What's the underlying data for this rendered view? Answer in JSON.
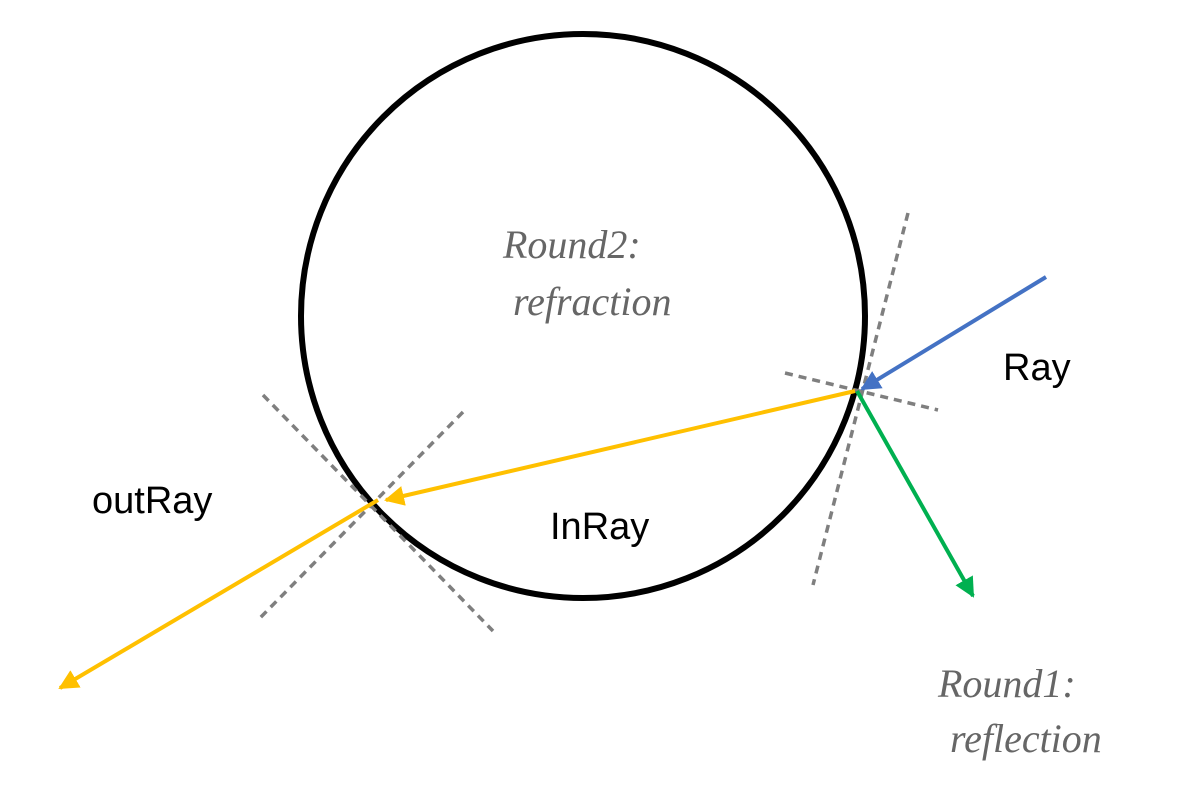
{
  "labels": {
    "ray": "Ray",
    "in_ray": "InRay",
    "out_ray": "outRay",
    "round2_line1": "Round2:",
    "round2_line2": "refraction",
    "round1_line1": "Round1:",
    "round1_line2": "reflection"
  },
  "colors": {
    "circle": "#000000",
    "incident_ray": "#4472C4",
    "reflected_ray": "#00B050",
    "refracted_ray": "#FFC000",
    "normal_lines": "#7F7F7F",
    "annotation_text": "#666666"
  }
}
